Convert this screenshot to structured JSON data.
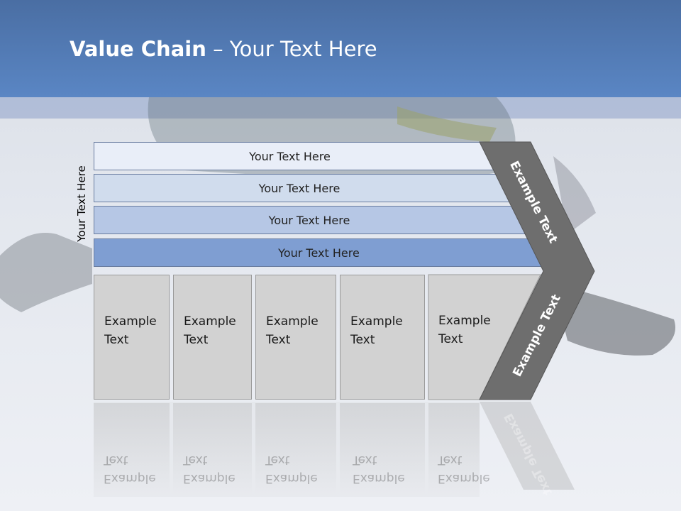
{
  "title": {
    "bold": "Value Chain",
    "rest": " – Your Text Here"
  },
  "side_label": "Your Text Here",
  "rows": [
    "Your Text Here",
    "Your Text Here",
    "Your Text Here",
    "Your Text Here"
  ],
  "columns": [
    {
      "line1": "Example",
      "line2": "Text"
    },
    {
      "line1": "Example",
      "line2": "Text"
    },
    {
      "line1": "Example",
      "line2": "Text"
    },
    {
      "line1": "Example",
      "line2": "Text"
    },
    {
      "line1": "Example",
      "line2": "Text"
    }
  ],
  "chevron": {
    "upper": "Example Text",
    "lower": "Example Text"
  },
  "colors": {
    "header": "#5a86c4",
    "row1": "#e9eef8",
    "row2": "#d0dced",
    "row3": "#b6c7e5",
    "row4": "#7f9ed2",
    "column": "#d2d2d2",
    "chevron": "#6e6e6e"
  }
}
